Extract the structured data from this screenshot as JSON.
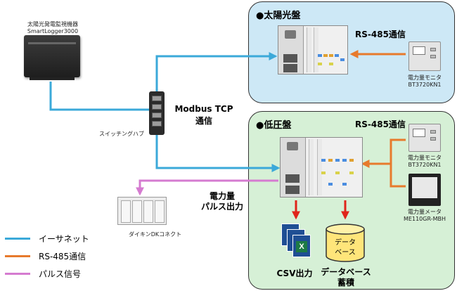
{
  "panels": {
    "solar": {
      "title": "●太陽光盤"
    },
    "low_voltage": {
      "title": "●低圧盤"
    }
  },
  "devices": {
    "logger": {
      "title": "太陽光発電監視機器",
      "model": "SmartLogger3000"
    },
    "switching_hub": {
      "label": "スイッチングハブ"
    },
    "solar_meter": {
      "label": "電力量モニタ",
      "model": "BT3720KN1"
    },
    "low_meter_1": {
      "label": "電力量モニタ",
      "model": "BT3720KN1"
    },
    "low_meter_2": {
      "label": "電力量メータ",
      "model": "ME110GR-MBH"
    },
    "daikin": {
      "label": "ダイキンDKコネクト"
    },
    "csv": {
      "label": "CSV出力"
    },
    "database": {
      "line1": "データ",
      "line2": "ベース",
      "caption_line1": "データベース",
      "caption_line2": "蓄積"
    }
  },
  "connections": {
    "modbus": {
      "line1": "Modbus TCP",
      "line2": "通信"
    },
    "rs485_solar": "RS-485通信",
    "rs485_low": "RS-485通信",
    "pulse": {
      "line1": "電力量",
      "line2": "パルス出力"
    }
  },
  "legend": [
    {
      "label": "イーサネット",
      "color": "#3ba9d9"
    },
    {
      "label": "RS-485通信",
      "color": "#e77a2c"
    },
    {
      "label": "パルス信号",
      "color": "#d57bd0"
    }
  ],
  "colors": {
    "ethernet": "#3ba9d9",
    "rs485": "#e77a2c",
    "pulse": "#d57bd0",
    "output_arrow": "#e0241b"
  }
}
